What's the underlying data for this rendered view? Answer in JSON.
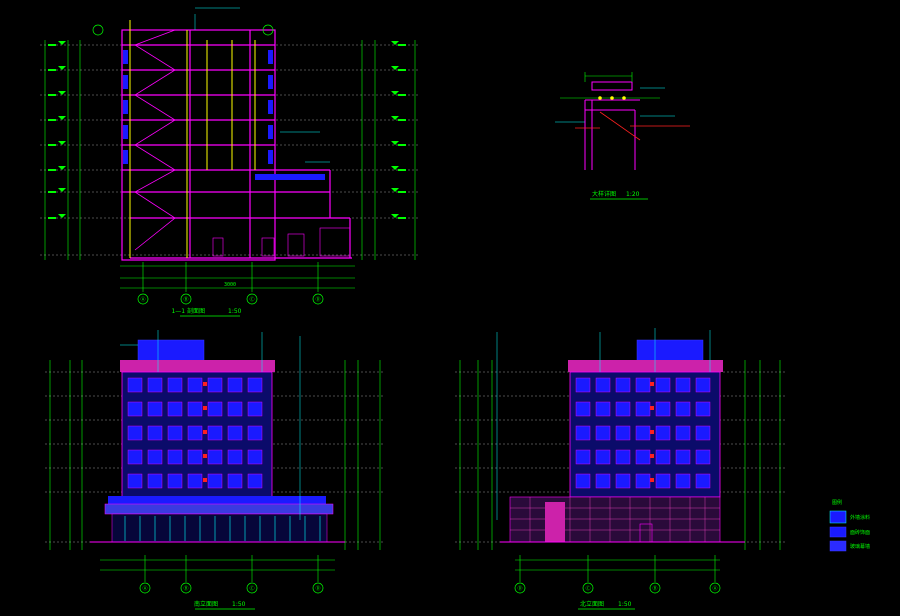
{
  "colors": {
    "background": "#000000",
    "green": "#00ff00",
    "magenta": "#ff00ff",
    "blue": "#1a1aff",
    "yellow": "#ffff00",
    "white": "#ffffff",
    "cyan": "#00ffff",
    "red": "#ff2020",
    "gray": "#8a8a8a"
  },
  "section_drawing": {
    "title": "1—1 剖面图",
    "scale": "1:50",
    "axis_labels": [
      "Ⓐ",
      "Ⓑ",
      "Ⓒ",
      "Ⓓ"
    ],
    "overall_dim": "3000"
  },
  "detail_drawing": {
    "title": "大样详图",
    "scale": "1:20"
  },
  "elevation_left": {
    "title": "南立面图",
    "scale": "1:50",
    "axis_labels": [
      "Ⓐ",
      "Ⓑ",
      "Ⓒ",
      "Ⓓ"
    ]
  },
  "elevation_right": {
    "title": "北立面图",
    "scale": "1:50",
    "axis_labels": [
      "Ⓐ",
      "Ⓑ",
      "Ⓒ",
      "Ⓓ"
    ]
  },
  "legend": {
    "title": "图例",
    "items": [
      "外墙涂料",
      "面砖饰面",
      "玻璃幕墙"
    ]
  }
}
